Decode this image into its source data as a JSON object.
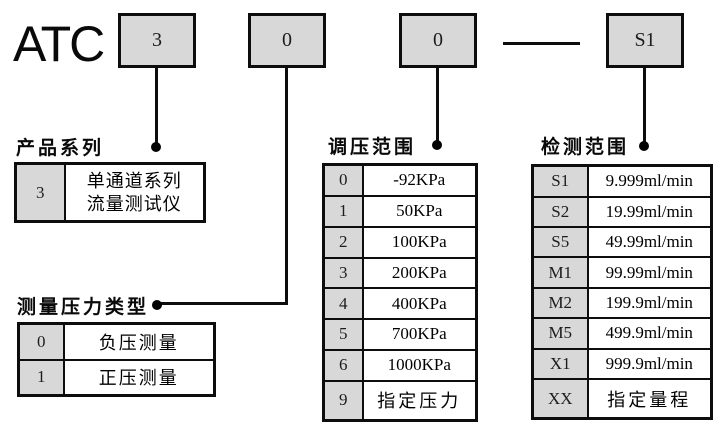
{
  "header": {
    "prefix": "ATC",
    "boxes": [
      "3",
      "0",
      "0",
      "S1"
    ],
    "separator": "—"
  },
  "product_series": {
    "label": "产品系列",
    "rows": [
      {
        "code": "3",
        "desc_line1": "单通道系列",
        "desc_line2": "流量测试仪"
      }
    ]
  },
  "pressure_type": {
    "label": "测量压力类型",
    "rows": [
      {
        "code": "0",
        "desc": "负压测量"
      },
      {
        "code": "1",
        "desc": "正压测量"
      }
    ]
  },
  "regulation_range": {
    "label": "调压范围",
    "rows": [
      {
        "code": "0",
        "desc": "-92KPa"
      },
      {
        "code": "1",
        "desc": "50KPa"
      },
      {
        "code": "2",
        "desc": "100KPa"
      },
      {
        "code": "3",
        "desc": "200KPa"
      },
      {
        "code": "4",
        "desc": "400KPa"
      },
      {
        "code": "5",
        "desc": "700KPa"
      },
      {
        "code": "6",
        "desc": "1000KPa"
      },
      {
        "code": "9",
        "desc": "指定压力"
      }
    ]
  },
  "detection_range": {
    "label": "检测范围",
    "rows": [
      {
        "code": "S1",
        "desc": "9.999ml/min"
      },
      {
        "code": "S2",
        "desc": "19.99ml/min"
      },
      {
        "code": "S5",
        "desc": "49.99ml/min"
      },
      {
        "code": "M1",
        "desc": "99.99ml/min"
      },
      {
        "code": "M2",
        "desc": "199.9ml/min"
      },
      {
        "code": "M5",
        "desc": "499.9ml/min"
      },
      {
        "code": "X1",
        "desc": "999.9ml/min"
      },
      {
        "code": "XX",
        "desc": "指定量程"
      }
    ]
  },
  "colors": {
    "background": "#ffffff",
    "box_fill": "#d8d8d8",
    "line": "#0d0d0d"
  }
}
